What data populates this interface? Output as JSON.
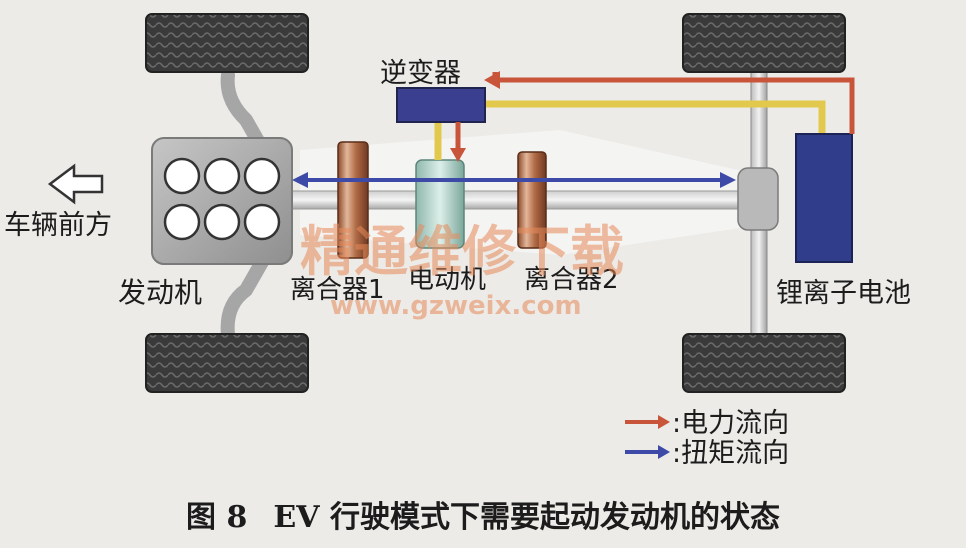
{
  "labels": {
    "inverter": "逆变器",
    "vehicle_front": "车辆前方",
    "engine": "发动机",
    "clutch1": "离合器1",
    "motor": "电动机",
    "clutch2": "离合器2",
    "battery": "锂离子电池"
  },
  "legend": {
    "power_flow": ":电力流向",
    "torque_flow": ":扭矩流向"
  },
  "caption": {
    "number": "图 8",
    "text": "EV 行驶模式下需要起动发动机的状态"
  },
  "watermark": {
    "text": "精通维修下载",
    "url": "www.gzweix.com"
  },
  "colors": {
    "power_arrow": "#c8553a",
    "torque_arrow": "#3d4aa8",
    "wire": "#e2c94e",
    "inverter": "#3a3f8f",
    "battery": "#2f3d8a",
    "tire": "#3a3a3a",
    "engine": "#a8a8a8"
  }
}
